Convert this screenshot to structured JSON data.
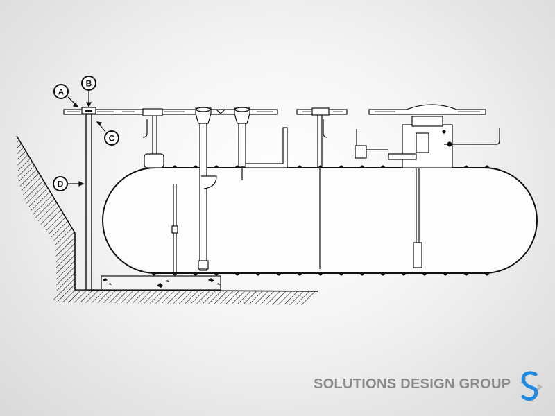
{
  "diagram": {
    "callouts": [
      {
        "id": "a",
        "label": "A"
      },
      {
        "id": "b",
        "label": "B"
      },
      {
        "id": "c",
        "label": "C"
      },
      {
        "id": "d",
        "label": "D"
      }
    ]
  },
  "footer": {
    "company": "SOLUTIONS DESIGN GROUP",
    "logo_icon": "s-logo-icon"
  },
  "colors": {
    "line": "#111111",
    "brand_text": "#8a8a8a",
    "logo_blue": "#1e88e5",
    "logo_gray": "#b8b8b8"
  }
}
